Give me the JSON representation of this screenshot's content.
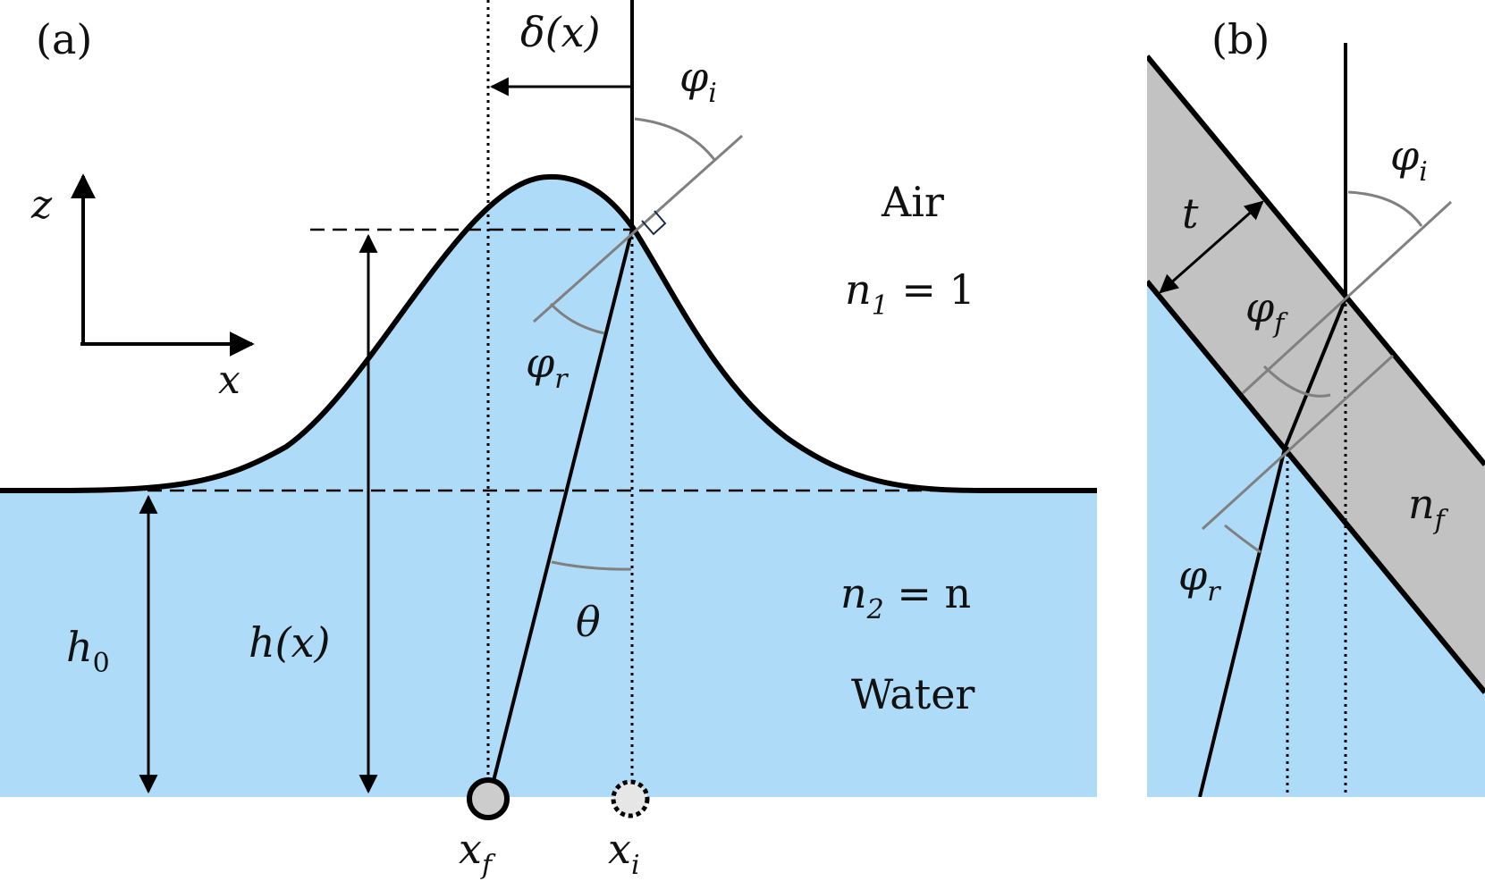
{
  "panel_a": {
    "tag": "(a)",
    "axis_z": "z",
    "axis_x": "x",
    "delta_label": "δ(x)",
    "phi_i": {
      "sym": "φ",
      "sub": "i"
    },
    "phi_r": {
      "sym": "φ",
      "sub": "r"
    },
    "theta": "θ",
    "air": "Air",
    "n1": {
      "sym": "n",
      "sub": "1",
      "rest": " = 1"
    },
    "n2": {
      "sym": "n",
      "sub": "2",
      "rest": " = n"
    },
    "water": "Water",
    "h0": {
      "sym": "h",
      "sub": "0"
    },
    "hx": "h(x)",
    "xf": {
      "sym": "x",
      "sub": "f"
    },
    "xi": {
      "sym": "x",
      "sub": "i"
    }
  },
  "panel_b": {
    "tag": "(b)",
    "t": "t",
    "phi_i": {
      "sym": "φ",
      "sub": "i"
    },
    "phi_f": {
      "sym": "φ",
      "sub": "f"
    },
    "phi_r": {
      "sym": "φ",
      "sub": "r"
    },
    "nf": {
      "sym": "n",
      "sub": "f"
    }
  },
  "colors": {
    "water": "#addbf8",
    "film": "#c2c2c2",
    "ink": "#000000",
    "guide": "#808080"
  }
}
